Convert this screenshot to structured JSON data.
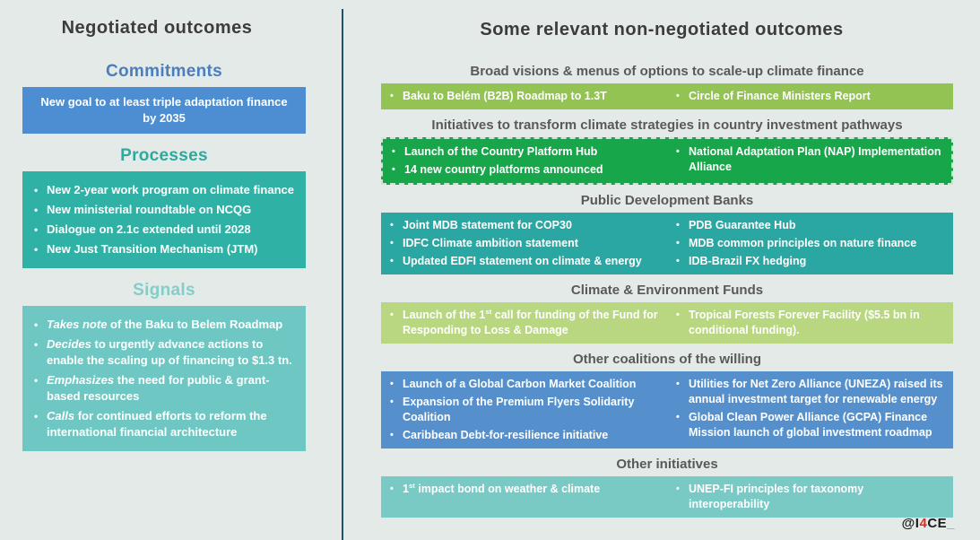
{
  "left": {
    "title": "Negotiated outcomes",
    "commitments": {
      "heading": "Commitments",
      "item": "New goal to at least triple adaptation finance by 2035"
    },
    "processes": {
      "heading": "Processes",
      "items": [
        "New 2-year work program on climate finance",
        "New ministerial roundtable on NCQG",
        "Dialogue on 2.1c extended until 2028",
        "New Just Transition Mechanism (JTM)"
      ]
    },
    "signals": {
      "heading": "Signals",
      "items": [
        {
          "em": "Takes note",
          "rest": " of the Baku to Belem Roadmap"
        },
        {
          "em": "Decides",
          "rest": " to urgently advance actions to enable the scaling up of financing to $1.3 tn."
        },
        {
          "em": "Emphasizes",
          "rest": " the need for public & grant-based resources"
        },
        {
          "em": "Calls",
          "rest": " for continued efforts to reform the international financial architecture"
        }
      ]
    }
  },
  "right": {
    "title": "Some relevant non-negotiated outcomes",
    "sections": [
      {
        "heading": "Broad visions & menus of options to scale-up climate finance",
        "col1": [
          "Baku to Belém (B2B) Roadmap to 1.3T"
        ],
        "col2": [
          "Circle of Finance Ministers Report"
        ]
      },
      {
        "heading": "Initiatives to transform climate strategies in country investment pathways",
        "col1": [
          "Launch of the Country Platform Hub",
          "14 new country platforms announced"
        ],
        "col2": [
          "National Adaptation Plan (NAP) Implementation Alliance"
        ]
      },
      {
        "heading": "Public Development Banks",
        "col1": [
          "Joint MDB statement for COP30",
          "IDFC Climate ambition statement",
          "Updated EDFI statement on climate & energy"
        ],
        "col2": [
          "PDB Guarantee Hub",
          "MDB common principles on nature finance",
          "IDB-Brazil FX hedging"
        ]
      },
      {
        "heading": "Climate & Environment Funds",
        "col1": [
          {
            "pre": "Launch of the 1",
            "sup": "st",
            "post": " call for funding of the Fund  for Responding to Loss & Damage"
          }
        ],
        "col2": [
          "Tropical Forests Forever Facility ($5.5 bn in conditional funding)."
        ]
      },
      {
        "heading": "Other coalitions of the willing",
        "col1": [
          "Launch of a Global Carbon Market Coalition",
          "Expansion of the Premium Flyers Solidarity Coalition",
          "Caribbean Debt-for-resilience initiative"
        ],
        "col2": [
          "Utilities for Net Zero Alliance (UNEZA) raised its annual investment target for renewable energy",
          "Global Clean Power Alliance (GCPA) Finance Mission launch of global investment roadmap"
        ]
      },
      {
        "heading": "Other initiatives",
        "col1": [
          {
            "pre": "1",
            "sup": "st",
            "post": " impact bond on weather & climate"
          }
        ],
        "col2": [
          "UNEP-FI principles for taxonomy interoperability"
        ]
      }
    ]
  },
  "brand": {
    "prefix": "@I",
    "accent": "4",
    "suffix": "CE",
    "underscore": "_"
  },
  "colors": {
    "background": "#e4eae7",
    "divider": "#1d5365",
    "commitments_heading": "#4a7ebc",
    "commitments_box": "#4d8dd1",
    "processes_heading": "#2bab9f",
    "processes_box": "#2fb1a5",
    "signals_heading": "#85cdc9",
    "signals_box": "#6ec7c2",
    "broad_visions_box": "#93c353",
    "country_pathways_box": "#17a74a",
    "pdb_box": "#2aa7a2",
    "climate_funds_box": "#b8d780",
    "coalitions_box": "#5590cd",
    "other_initiatives_box": "#79c9c5",
    "section_heading_gray": "#595959",
    "title_gray": "#3c3c3c",
    "brand_accent_red": "#e02b20"
  }
}
